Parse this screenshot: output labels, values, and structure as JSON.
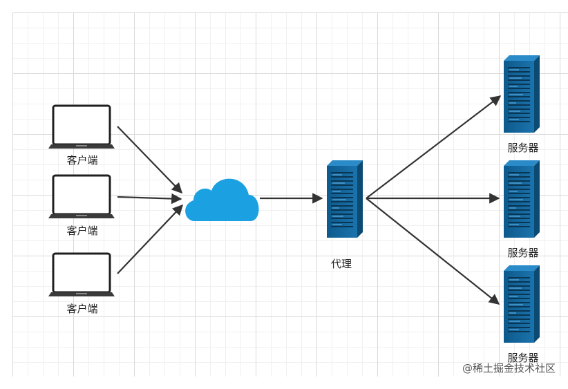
{
  "nodes": {
    "client_label": "客户端",
    "proxy_label": "代理",
    "server_label": "服务器"
  },
  "watermark": "@稀土掘金技术社区",
  "colors": {
    "laptop_stroke": "#222222",
    "cloud": "#1ba1e2",
    "server_dark": "#0a4a73",
    "server_mid": "#1a6fa5",
    "server_light": "#2b8bc9",
    "arrow": "#333333"
  },
  "icons": [
    "laptop-icon",
    "cloud-icon",
    "server-icon"
  ]
}
